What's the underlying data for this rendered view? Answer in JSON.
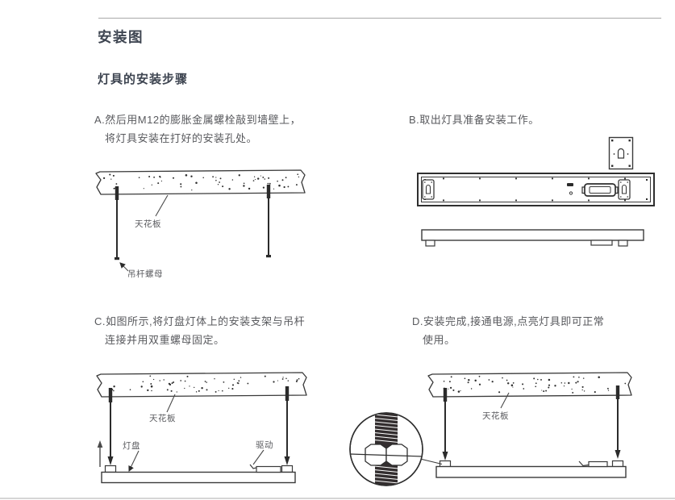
{
  "page": {
    "title": "安装图",
    "subtitle": "灯具的安装步骤"
  },
  "steps": {
    "a": {
      "line1": "A.然后用M12的膨胀金属螺栓敲到墙壁上，",
      "line2": "将灯具安装在打好的安装孔处。"
    },
    "b": {
      "line1": "B.取出灯具准备安装工作。"
    },
    "c": {
      "line1": "C.如图所示,将灯盘灯体上的安装支架与吊杆",
      "line2": "连接并用双重螺母固定。"
    },
    "d": {
      "line1": "D.安装完成,接通电源,点亮灯具即可正常",
      "line2": "使用。"
    }
  },
  "diagram_labels": {
    "a_ceiling": "天花板",
    "a_rod_nut": "吊杆螺母",
    "c_ceiling": "天花板",
    "c_lamp_panel": "灯盘",
    "c_driver": "驱动",
    "d_ceiling": "天花板"
  },
  "colors": {
    "heading": "#3e4551",
    "body": "#595a5e",
    "line": "#2f2f2f"
  }
}
